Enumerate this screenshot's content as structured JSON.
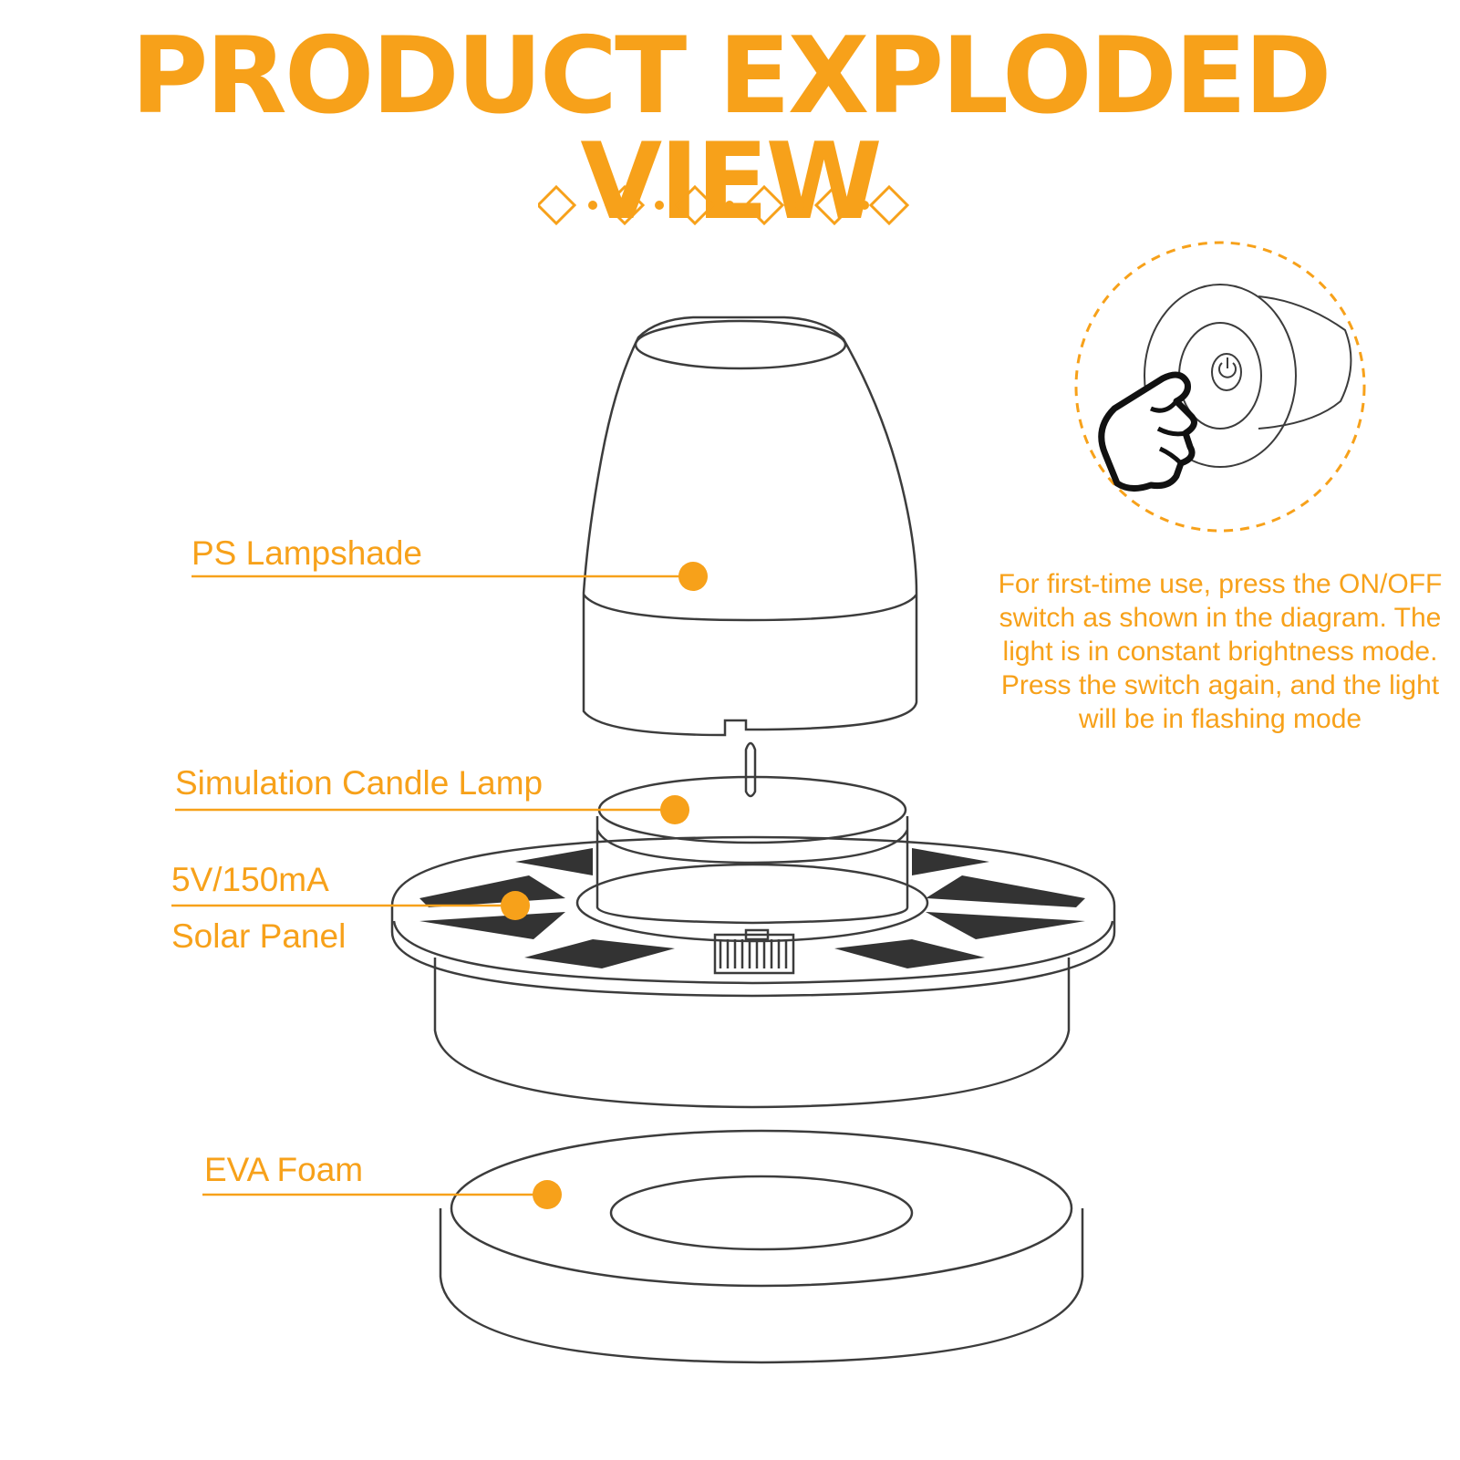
{
  "title": "PRODUCT EXPLODED VIEW",
  "colors": {
    "accent": "#f7a11a",
    "line": "#3c3c3c",
    "panel": "#333333",
    "background": "#ffffff"
  },
  "labels": {
    "lampshade": "PS Lampshade",
    "candle": "Simulation Candle Lamp",
    "solar_line1": "5V/150mA",
    "solar_line2": "Solar Panel",
    "foam": "EVA Foam"
  },
  "instructions": "For first-time use, press the ON/OFF switch as shown in the diagram. The light is in constant brightness mode. Press the switch again, and the light will be in flashing mode",
  "icons": [
    "diamond-icon",
    "pointing-hand-icon",
    "power-switch-icon"
  ]
}
